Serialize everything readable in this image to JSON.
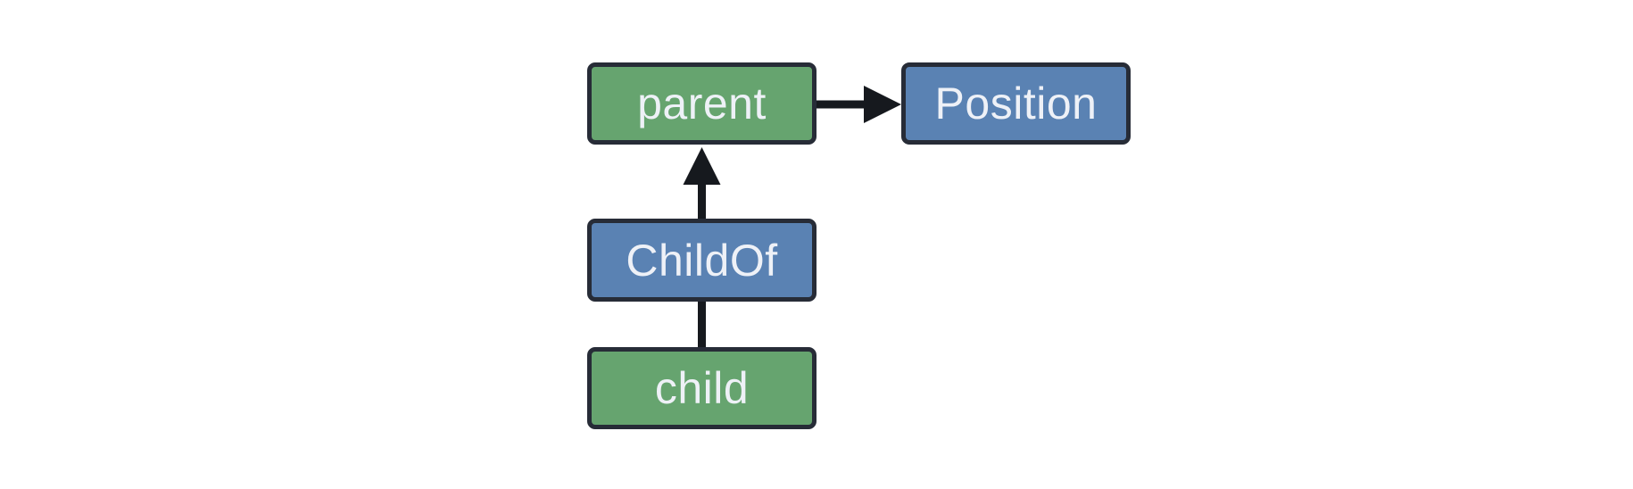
{
  "diagram": {
    "background": "#ffffff",
    "colors": {
      "entity_fill": "#66a46f",
      "component_fill": "#5a82b3",
      "node_border": "#272c37",
      "node_text": "#eef1f7",
      "edge": "#16191e"
    },
    "nodes": [
      {
        "id": "parent",
        "label": "parent",
        "fill": "#66a46f"
      },
      {
        "id": "Position",
        "label": "Position",
        "fill": "#5a82b3"
      },
      {
        "id": "ChildOf",
        "label": "ChildOf",
        "fill": "#5a82b3"
      },
      {
        "id": "child",
        "label": "child",
        "fill": "#66a46f"
      }
    ],
    "edges": [
      {
        "from": "parent",
        "to": "Position",
        "style": "arrow"
      },
      {
        "from": "ChildOf",
        "to": "parent",
        "style": "arrow"
      },
      {
        "from": "child",
        "to": "ChildOf",
        "style": "line"
      }
    ]
  }
}
